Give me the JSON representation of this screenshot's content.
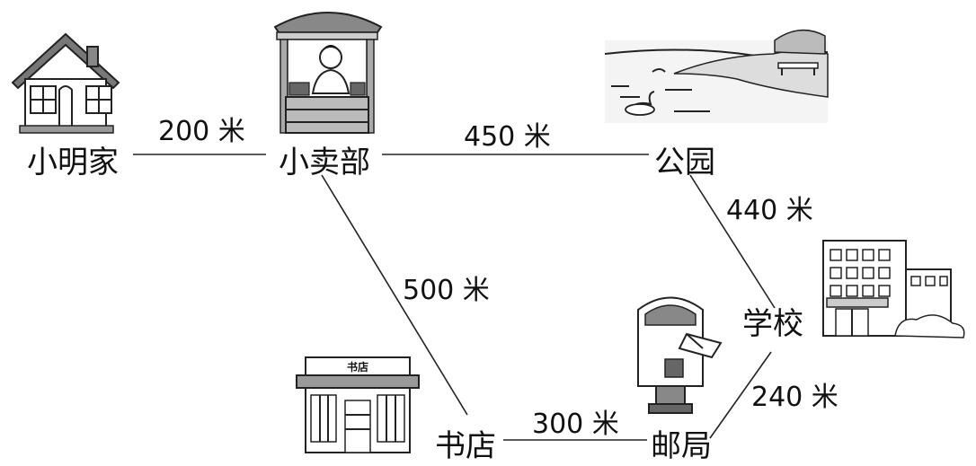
{
  "places": {
    "home": "小明家",
    "shop": "小卖部",
    "park": "公园",
    "school": "学校",
    "post_office": "邮局",
    "bookstore": "书店"
  },
  "distances": {
    "home_shop": "200 米",
    "shop_park": "450 米",
    "park_school": "440 米",
    "shop_bookstore": "500 米",
    "bookstore_post": "300 米",
    "post_school": "240 米"
  },
  "bookstore_sign": "书店"
}
